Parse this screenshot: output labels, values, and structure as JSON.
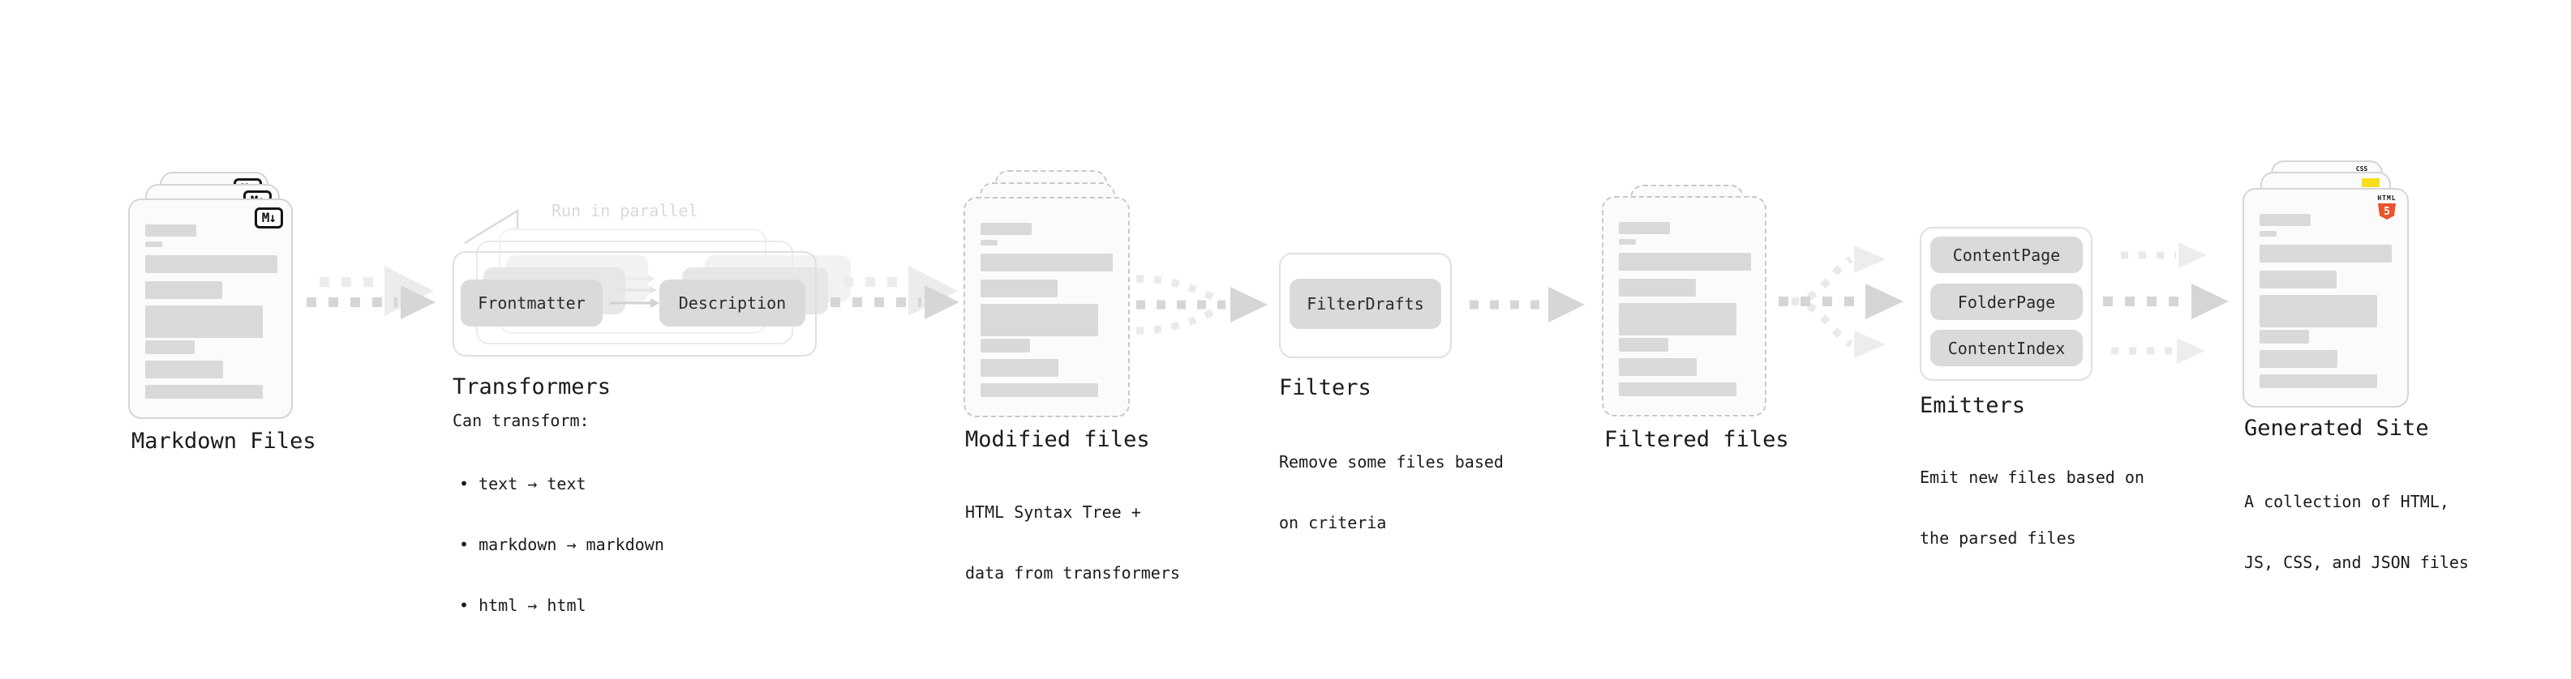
{
  "nodes": {
    "markdown_files": {
      "title": "Markdown Files"
    },
    "transformers": {
      "title": "Transformers",
      "annotation": "Run in parallel",
      "button_left": "Frontmatter",
      "button_right": "Description",
      "desc_heading": "Can transform:",
      "bullets": [
        "• text → text",
        "• markdown → markdown",
        "• html → html"
      ]
    },
    "modified_files": {
      "title": "Modified files",
      "desc": [
        "HTML Syntax Tree +",
        "data from transformers"
      ]
    },
    "filters": {
      "title": "Filters",
      "button": "FilterDrafts",
      "desc": [
        "Remove some files based",
        "on criteria"
      ]
    },
    "filtered_files": {
      "title": "Filtered files"
    },
    "emitters": {
      "title": "Emitters",
      "buttons": [
        "ContentPage",
        "FolderPage",
        "ContentIndex"
      ],
      "desc": [
        "Emit new files based on",
        "the parsed files"
      ]
    },
    "generated_site": {
      "title": "Generated Site",
      "desc": [
        "A collection of HTML,",
        "JS, CSS, and JSON files"
      ]
    }
  },
  "icons": {
    "markdown": {
      "label": "M↓"
    },
    "html5": {
      "wordmark": "HTML",
      "shield_text": "5",
      "shield_color": "#e8552c"
    },
    "css": {
      "wordmark": "CSS",
      "underline_color": "#2f6be0"
    },
    "js": {
      "color": "#f7df1e"
    }
  },
  "colors": {
    "arrow_main": "#d6d6d6",
    "arrow_ghost": "#ececec",
    "bar_fill": "#d9d9d9",
    "chip_fill": "#dadada",
    "annotation_text": "#d9d9d9"
  }
}
